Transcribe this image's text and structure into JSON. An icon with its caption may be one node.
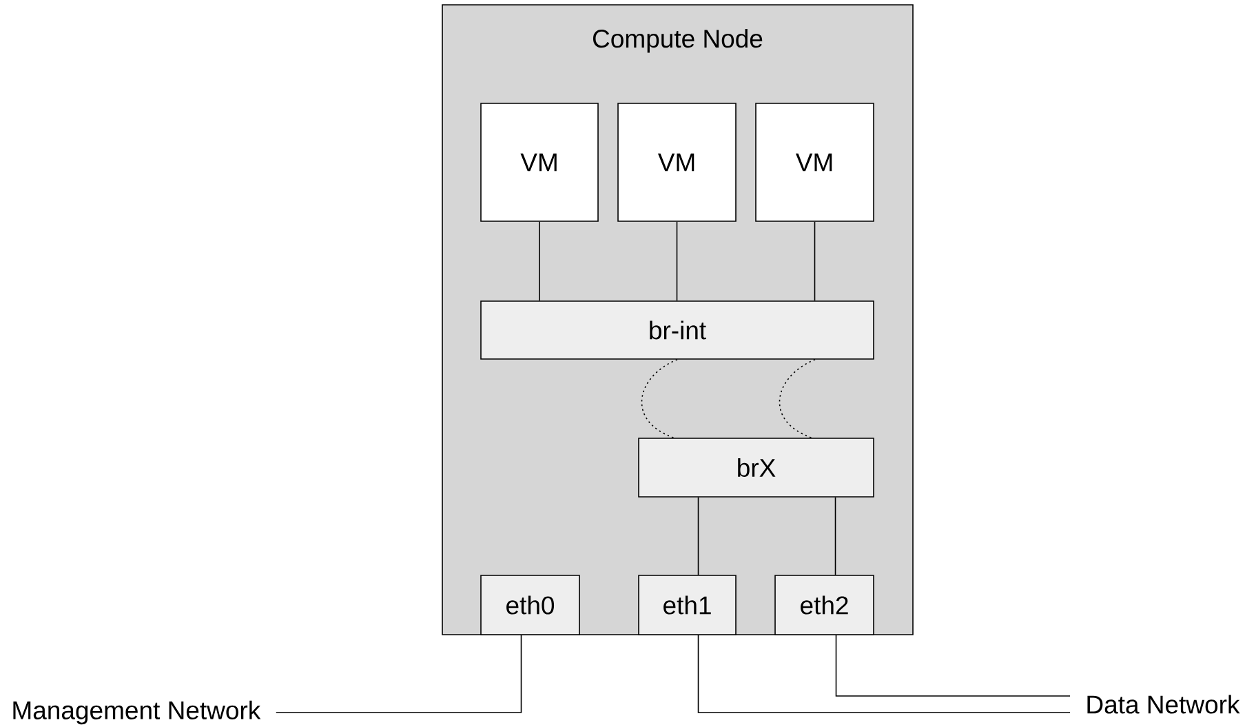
{
  "diagram": {
    "nodes": [
      {
        "text": [
          "Compute Node"
        ]
      },
      {
        "text": [
          "VM"
        ],
        "in": 0
      },
      {
        "text": [
          "VM"
        ],
        "in": 0
      },
      {
        "text": [
          "VM"
        ],
        "in": 0
      },
      {
        "text": [
          "br-int"
        ],
        "in": 0
      },
      {
        "text": [
          "brX"
        ],
        "in": 0
      },
      {
        "text": [
          "eth0"
        ],
        "in": 0
      },
      {
        "text": [
          "eth1"
        ],
        "in": 0
      },
      {
        "text": [
          "eth2"
        ],
        "in": 0
      },
      {
        "text": [
          "Management Network"
        ]
      },
      {
        "text": [
          "Data Network"
        ]
      }
    ],
    "edges": [
      {
        "from": 1,
        "to": 4,
        "arrow": "none"
      },
      {
        "from": 2,
        "to": 4,
        "arrow": "none"
      },
      {
        "from": 3,
        "to": 4,
        "arrow": "none"
      },
      {
        "from": 4,
        "to": 5,
        "arrow": "none",
        "style": "dashed"
      },
      {
        "from": 4,
        "to": 5,
        "arrow": "none",
        "style": "dashed"
      },
      {
        "from": 5,
        "to": 7,
        "arrow": "none"
      },
      {
        "from": 5,
        "to": 8,
        "arrow": "none"
      },
      {
        "from": 6,
        "to": 9,
        "arrow": "none"
      },
      {
        "from": 7,
        "to": 10,
        "arrow": "none"
      },
      {
        "from": 8,
        "to": 10,
        "arrow": "none"
      }
    ]
  }
}
